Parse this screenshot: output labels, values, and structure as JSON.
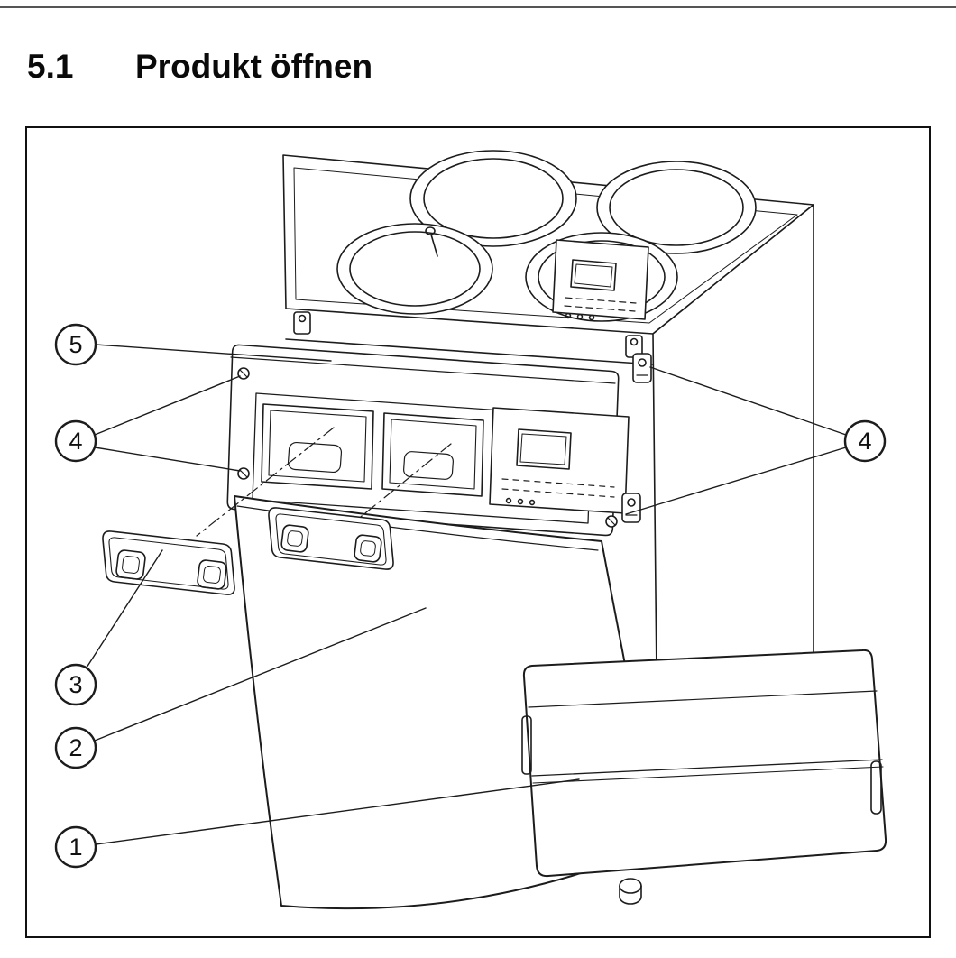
{
  "header": {
    "section_number": "5.1",
    "section_title": "Produkt öffnen"
  },
  "figure": {
    "callouts": [
      {
        "id": "callout-5",
        "label": "5"
      },
      {
        "id": "callout-4-left",
        "label": "4"
      },
      {
        "id": "callout-3",
        "label": "3"
      },
      {
        "id": "callout-2",
        "label": "2"
      },
      {
        "id": "callout-1",
        "label": "1"
      },
      {
        "id": "callout-4-right",
        "label": "4"
      }
    ]
  }
}
